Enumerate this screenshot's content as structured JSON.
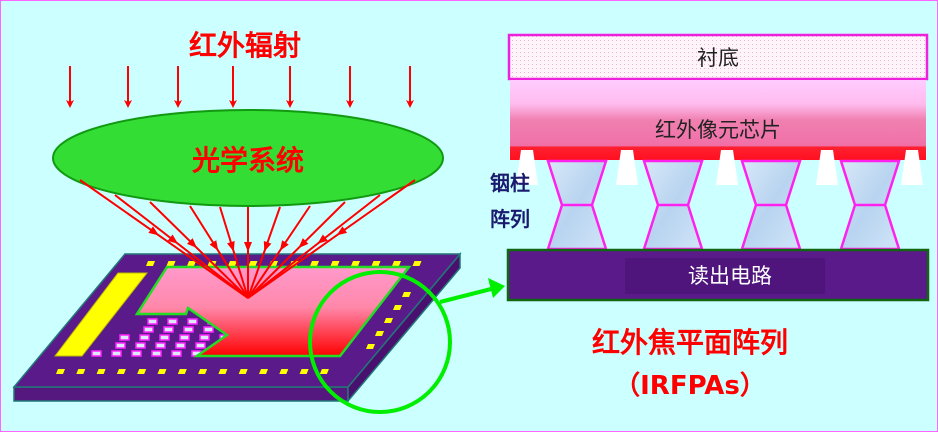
{
  "left": {
    "title": "红外辐射",
    "optics_label": "光学系统"
  },
  "right": {
    "substrate_label": "衬底",
    "chip_label": "红外像元芯片",
    "indium_label_line1": "铟柱",
    "indium_label_line2": "阵列",
    "readout_label": "读出电路",
    "caption": "红外焦平面阵列",
    "caption_abbr": "（IRFPAs）"
  },
  "colors": {
    "background": "#ccffff",
    "ray": "#ff0000",
    "lens": "#33dd33",
    "board": "#5a1a8a",
    "highlight": "#00ee00",
    "pad": "#ffff00",
    "caption": "#ff0000",
    "label_dark": "#1a1a6e"
  }
}
